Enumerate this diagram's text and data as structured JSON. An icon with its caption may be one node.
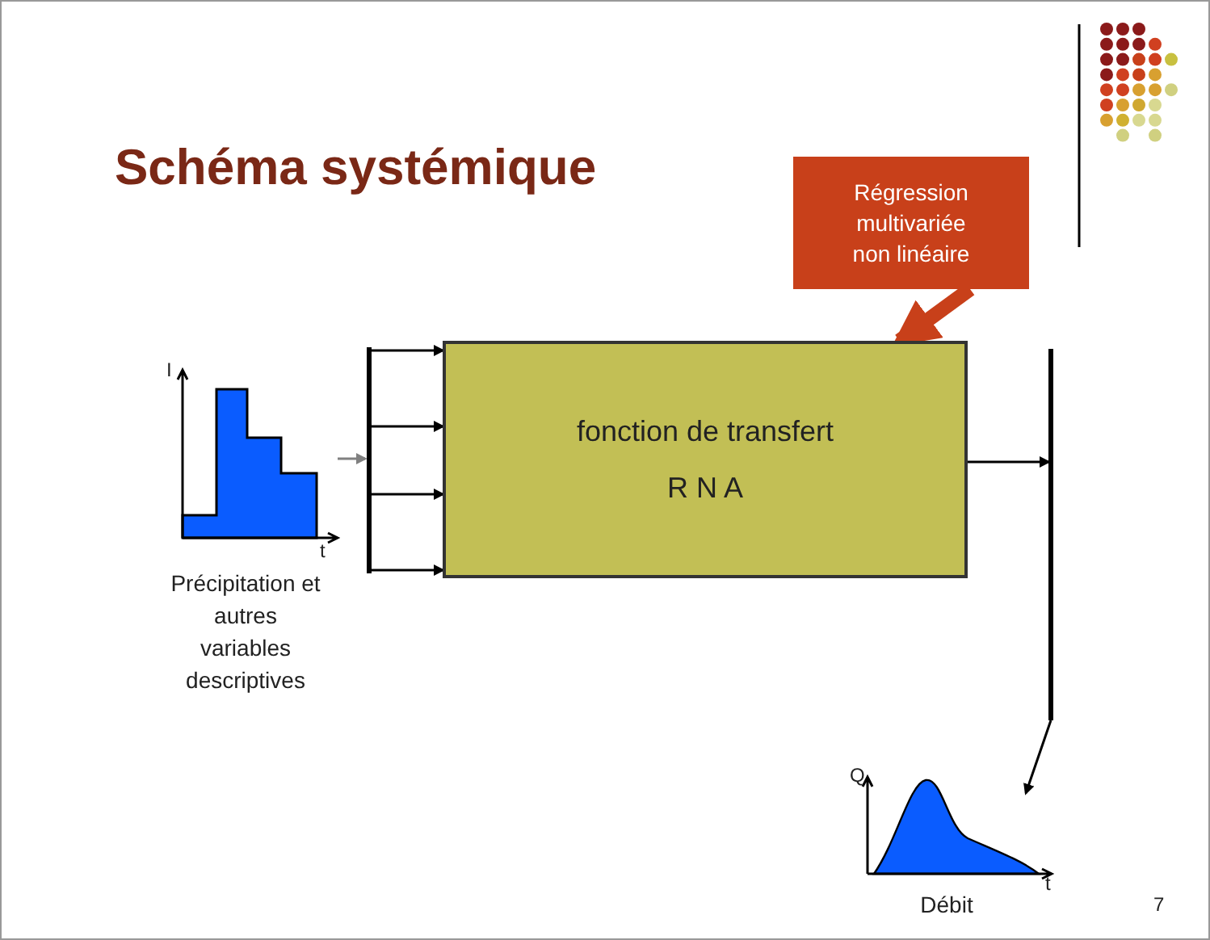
{
  "diagram": {
    "title": "Schéma systémique",
    "nodes": [
      {
        "text": [],
        "shape": "picture",
        "beside": [
          "Précipitation et autres variables descriptives"
        ]
      },
      {
        "text": [],
        "shape": "bar"
      },
      {
        "text": [
          "fonction de transfert",
          "R N A"
        ]
      },
      {
        "text": [
          "Régression multivariée non linéaire"
        ]
      },
      {
        "text": [],
        "shape": "bar"
      },
      {
        "text": [],
        "shape": "picture",
        "beside": [
          "Débit"
        ]
      }
    ],
    "edges": [
      {
        "from": 0,
        "to": 1,
        "arrow": "to",
        "color": "#808080"
      },
      {
        "from": 1,
        "to": 2,
        "arrow": "to"
      },
      {
        "from": 1,
        "to": 2,
        "arrow": "to"
      },
      {
        "from": 1,
        "to": 2,
        "arrow": "to"
      },
      {
        "from": 1,
        "to": 2,
        "arrow": "to"
      },
      {
        "from": 3,
        "to": 2,
        "arrow": "to",
        "style": "thick",
        "color": "#c8401a"
      },
      {
        "from": 2,
        "to": 4,
        "arrow": "to"
      },
      {
        "from": 4,
        "to": 5,
        "arrow": "to"
      }
    ],
    "labels": [
      "I",
      "t",
      "Q",
      "t",
      "7"
    ]
  }
}
